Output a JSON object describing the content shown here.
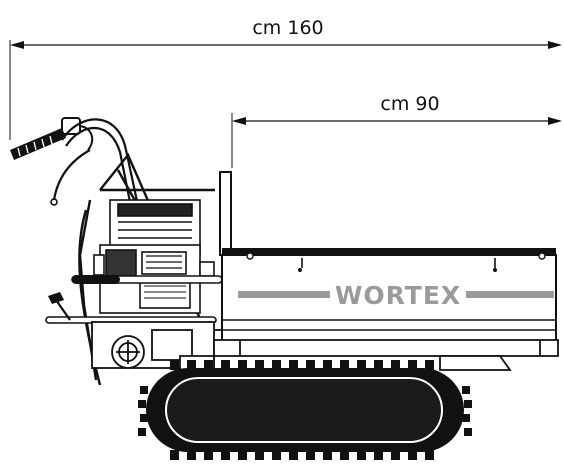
{
  "dimensions": {
    "overall_length": "cm 160",
    "bed_length": "cm 90"
  },
  "machine": {
    "brand": "WORTEX"
  },
  "colors": {
    "line": "#111111",
    "stripe": "#9a9a9a",
    "track": "#1a1a1a",
    "background": "#ffffff"
  }
}
